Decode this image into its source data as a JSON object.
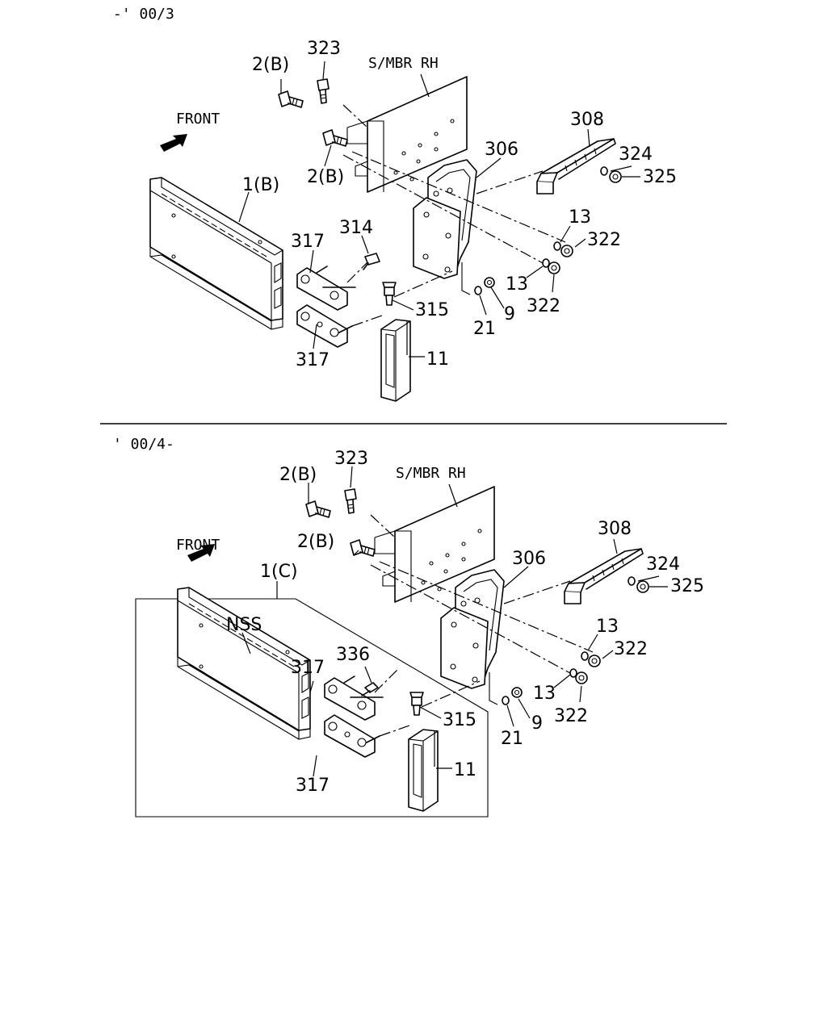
{
  "sections": [
    {
      "range": "-' 00/3",
      "labels": {
        "p323": "323",
        "p2b_top": "2(B)",
        "smbr": "S/MBR RH",
        "front": "FRONT",
        "p2b_mid": "2(B)",
        "p308": "308",
        "p306": "306",
        "p324": "324",
        "p325": "325",
        "p1": "1(B)",
        "p13_a": "13",
        "p322_a": "322",
        "p314": "314",
        "p317_a": "317",
        "p13_b": "13",
        "p322_b": "322",
        "p315": "315",
        "p9": "9",
        "p21": "21",
        "p317_b": "317",
        "p11": "11"
      }
    },
    {
      "range": "' 00/4-",
      "labels": {
        "p323": "323",
        "p2b_top": "2(B)",
        "smbr": "S/MBR RH",
        "front": "FRONT",
        "p2b_mid": "2(B)",
        "p308": "308",
        "p306": "306",
        "p324": "324",
        "p325": "325",
        "p1": "1(C)",
        "nss": "NSS",
        "p13_a": "13",
        "p322_a": "322",
        "p317_a": "317",
        "p336": "336",
        "p13_b": "13",
        "p322_b": "322",
        "p315": "315",
        "p9": "9",
        "p21": "21",
        "p317_b": "317",
        "p11": "11"
      }
    }
  ],
  "icons": {
    "front_arrow": "front-arrow-icon"
  }
}
